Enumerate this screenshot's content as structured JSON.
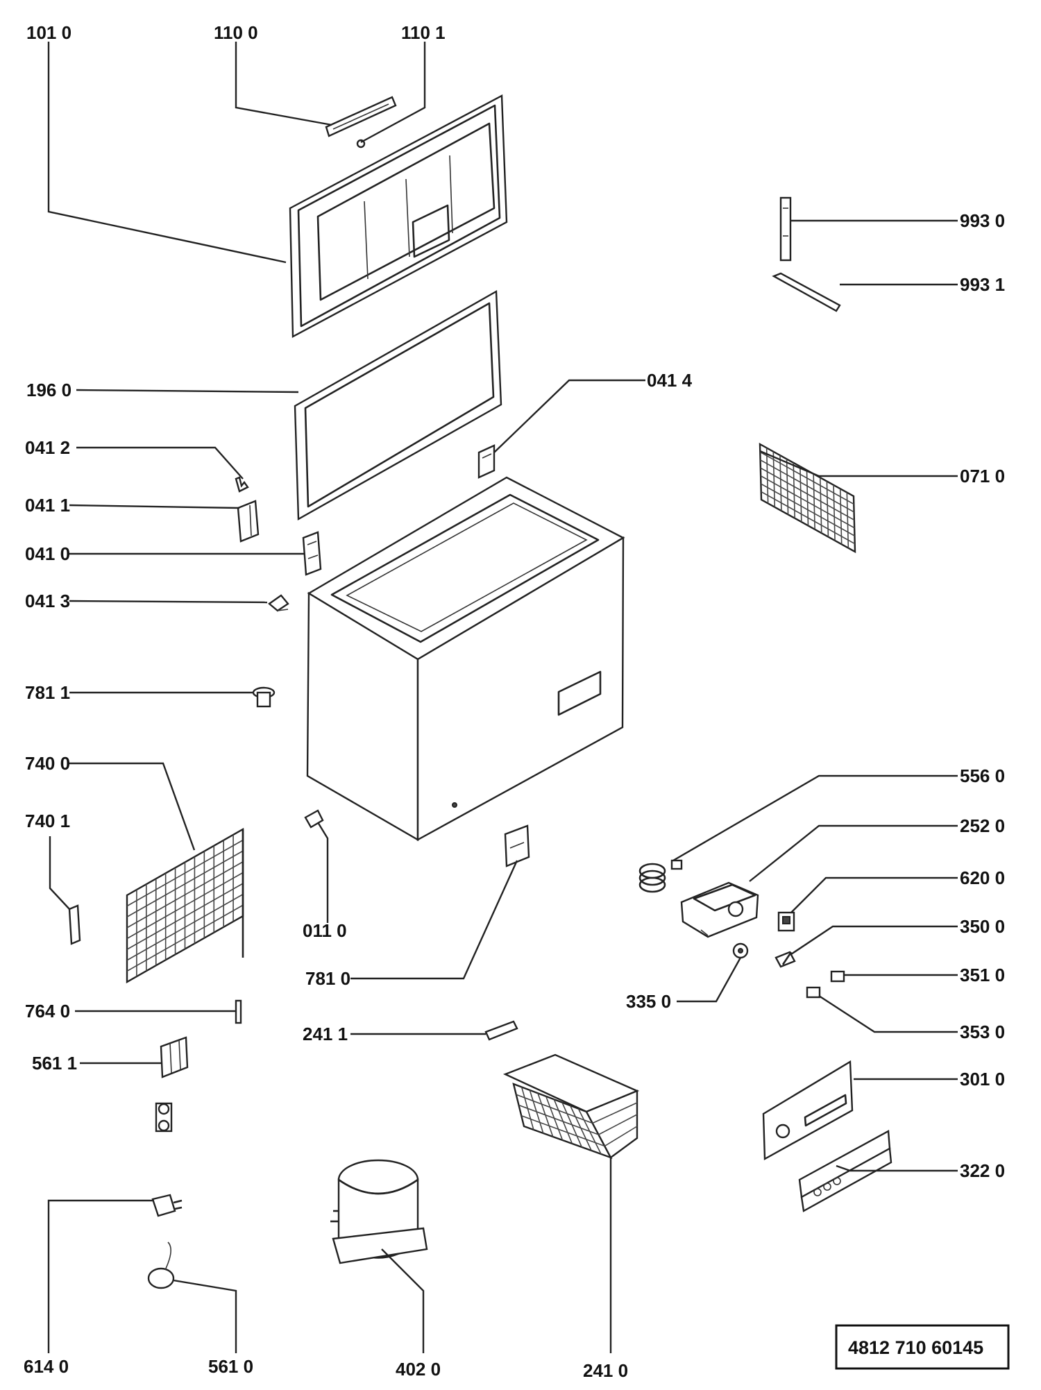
{
  "labels": {
    "l_1010": "101 0",
    "l_1100": "110 0",
    "l_1101": "110  1",
    "l_9930": "993 0",
    "l_9931": "993 1",
    "l_1960": "196 0",
    "l_0414": "041 4",
    "l_0412": "041 2",
    "l_0411": "041 1",
    "l_0410": "041 0",
    "l_0413": "041 3",
    "l_0710": "071 0",
    "l_7811": "781 1",
    "l_7400": "740 0",
    "l_7401": "740 1",
    "l_5560": "556 0",
    "l_2520": "252 0",
    "l_6200": "620 0",
    "l_3500": "350 0",
    "l_3510": "351 0",
    "l_3530": "353 0",
    "l_0110": "011 0",
    "l_7810": "781 0",
    "l_3350": "335  0",
    "l_7640": "764 0",
    "l_2411": "241 1",
    "l_5611": "561 1",
    "l_3010": "301 0",
    "l_3220": "322 0",
    "l_6140": "614 0",
    "l_5610": "561  0",
    "l_4020": "402  0",
    "l_2410": "241  0"
  },
  "document_number": "4812  710  60145"
}
